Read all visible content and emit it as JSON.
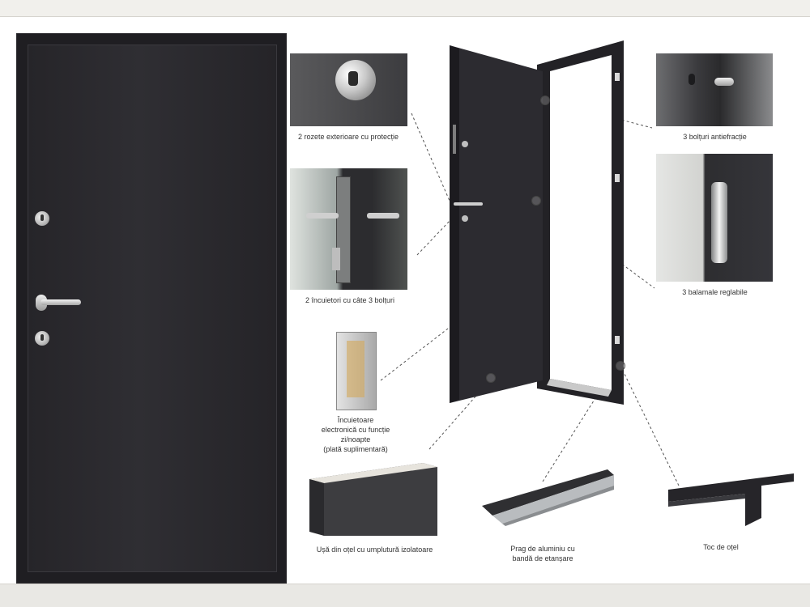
{
  "colors": {
    "door": "#1f1e22",
    "steel": "#b7b7b7",
    "background": "#e9e8e4"
  },
  "captions": {
    "rosettes": "2 rozete exterioare cu protecție",
    "locks": "2 încuietori cu câte 3 bolțuri",
    "electronic_lock": "Încuietoare\nelectronică cu funcție\nzi/noapte\n(plată suplimentară)",
    "insulated_door": "Ușă din oțel cu umplutură izolatoare",
    "threshold": "Prag de aluminiu cu\nbandă de etanșare",
    "anti_break_bolts": "3 bolțuri antiefracție",
    "hinges": "3 balamale reglabile",
    "steel_frame": "Toc de oțel"
  }
}
